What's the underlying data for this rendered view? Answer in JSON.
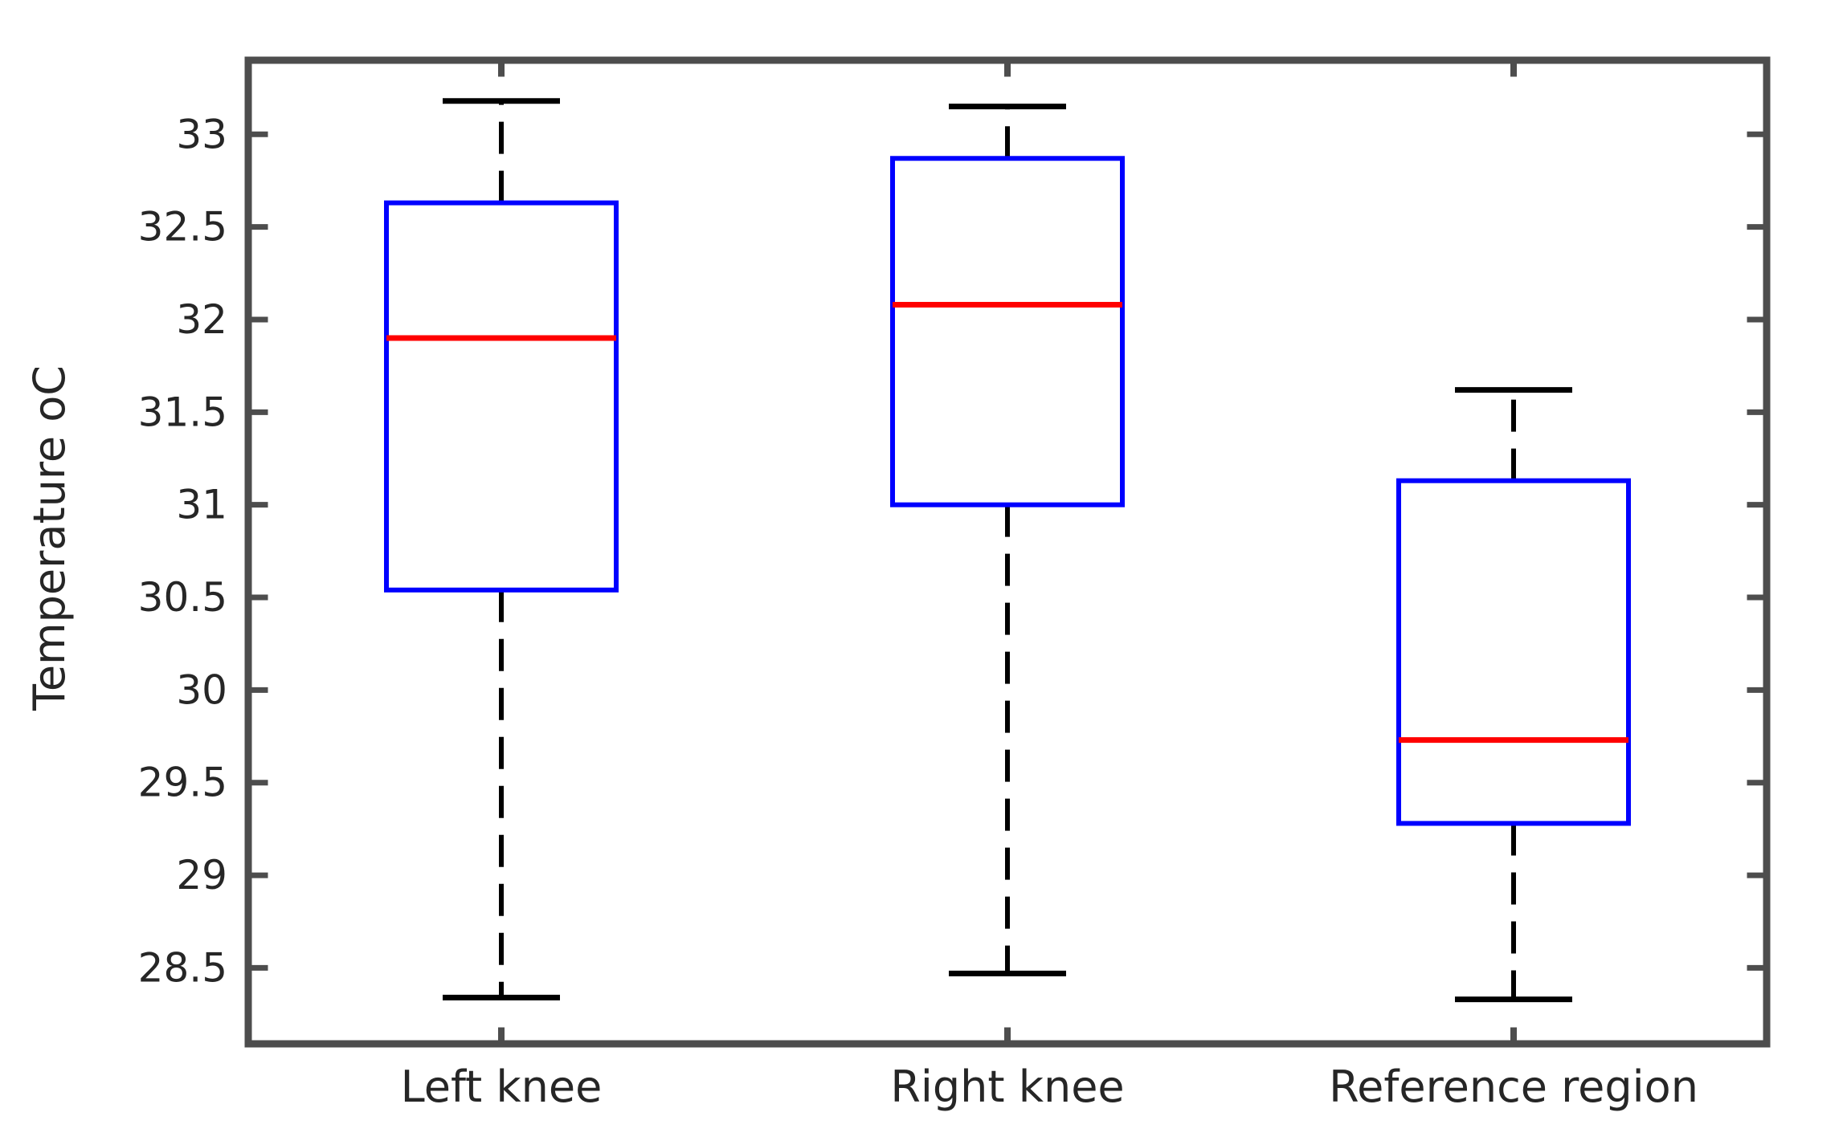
{
  "figure": {
    "background_color": "#ffffff"
  },
  "chart_data": {
    "type": "boxplot",
    "title": "",
    "xlabel": "",
    "ylabel": "Temperature oC",
    "categories": [
      "Left knee",
      "Right knee",
      "Reference region"
    ],
    "boxes": [
      {
        "label": "Left knee",
        "whisker_low": 28.34,
        "q1": 30.54,
        "median": 31.9,
        "q3": 32.63,
        "whisker_high": 33.18
      },
      {
        "label": "Right knee",
        "whisker_low": 28.47,
        "q1": 31.0,
        "median": 32.08,
        "q3": 32.87,
        "whisker_high": 33.15
      },
      {
        "label": "Reference region",
        "whisker_low": 28.33,
        "q1": 29.28,
        "median": 29.73,
        "q3": 31.13,
        "whisker_high": 31.62
      }
    ],
    "yticks": [
      28.5,
      29,
      29.5,
      30,
      30.5,
      31,
      31.5,
      32,
      32.5,
      33
    ],
    "ytick_labels": [
      "28.5",
      "29",
      "29.5",
      "30",
      "30.5",
      "31",
      "31.5",
      "32",
      "32.5",
      "33"
    ],
    "ylim": [
      28.09,
      33.4
    ],
    "grid": false,
    "legend": null,
    "colors": {
      "box": "#0000ff",
      "median": "#ff0000",
      "whisker": "#000000",
      "cap": "#000000",
      "axis_frame": "#4d4d4d",
      "tick": "#4d4d4d",
      "text": "#262626",
      "background": "#ffffff"
    }
  }
}
